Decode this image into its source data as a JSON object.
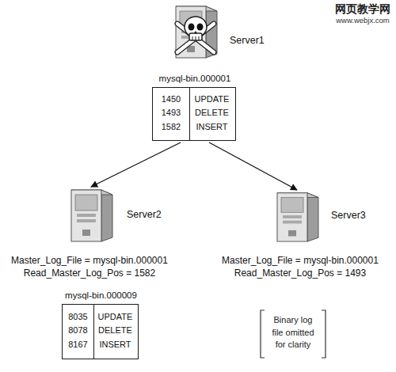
{
  "diagram": {
    "nodes": [
      {
        "text": [
          "Server1"
        ]
      },
      {
        "text": [
          "mysql-bin.000001",
          "1450",
          "UPDATE",
          "1493",
          "DELETE",
          "1582",
          "INSERT"
        ]
      },
      {
        "text": [
          "Server2",
          "Master_Log_File = mysql-bin.000001",
          "Read_Master_Log_Pos = 1582"
        ]
      },
      {
        "text": [
          "Server3",
          "Master_Log_File = mysql-bin.000001",
          "Read_Master_Log_Pos = 1493"
        ]
      },
      {
        "text": [
          "mysql-bin.000009",
          "8035",
          "UPDATE",
          "8078",
          "DELETE",
          "8167",
          "INSERT"
        ]
      }
    ],
    "edges": [
      {
        "from": 1,
        "to": 2,
        "arrow": "to"
      },
      {
        "from": 1,
        "to": 3,
        "arrow": "to"
      }
    ],
    "labels": [
      "Binary log file omitted for clarity",
      "网页教学网",
      "www.webjx.com"
    ]
  }
}
